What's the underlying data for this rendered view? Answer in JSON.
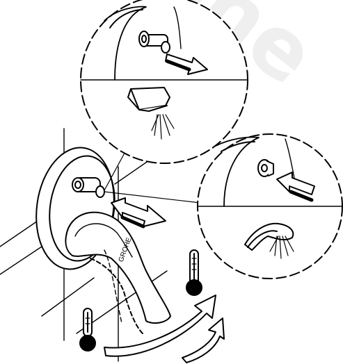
{
  "diagram": {
    "kind": "exploded installation/usage illustration",
    "watermark_text": "Grohe",
    "colors": {
      "line": "#000000",
      "background": "#ffffff",
      "watermark": "#efefef"
    },
    "callouts": [
      {
        "id": "bath-spout-pulled",
        "icons": [
          "knob-icon",
          "arrow-right-icon",
          "bath-spout-icon"
        ]
      },
      {
        "id": "shower-pushed",
        "icons": [
          "knob-icon",
          "arrow-left-icon",
          "hand-shower-icon"
        ]
      }
    ],
    "icons": [
      "thermometer-hot-icon",
      "thermometer-cold-icon",
      "rotation-arrow-icon",
      "push-pull-arrow-icon"
    ]
  }
}
